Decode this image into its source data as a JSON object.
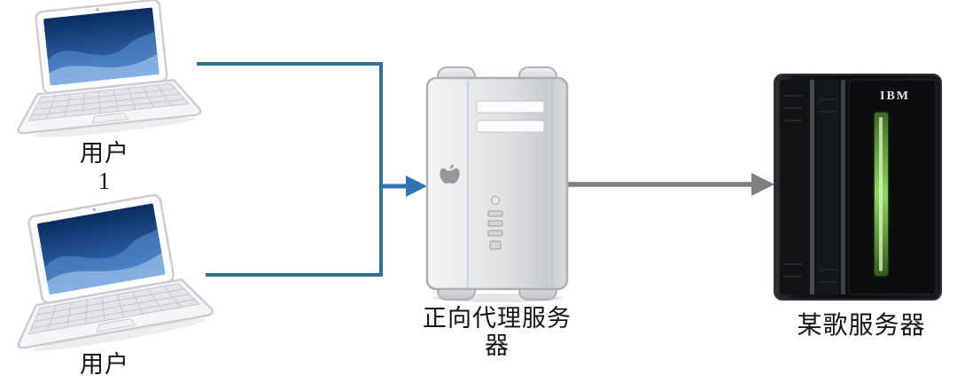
{
  "diagram": {
    "user1": {
      "label_line1": "用户",
      "label_line2": "1"
    },
    "user2": {
      "label_line1": "用户"
    },
    "proxy": {
      "label_line1": "正向代理服务",
      "label_line2": "器"
    },
    "server": {
      "label": "某歌服务器",
      "brand": "IBM"
    },
    "colors": {
      "connector": "#2e7191",
      "arrow_blue": "#2e74b5",
      "arrow_gray": "#7f7f7f",
      "led_green": "#90d562"
    }
  }
}
